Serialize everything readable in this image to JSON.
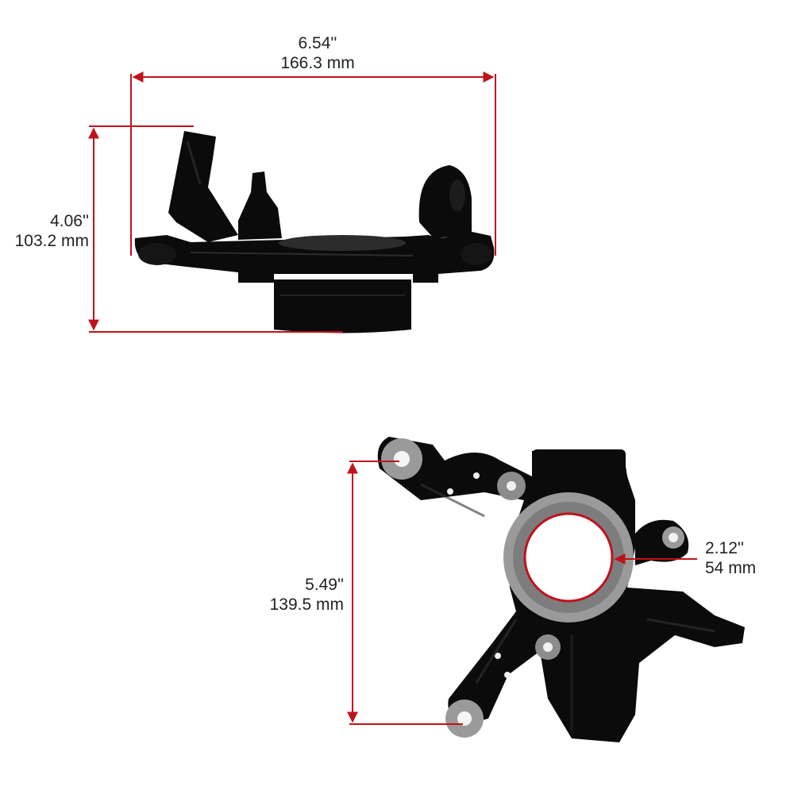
{
  "colors": {
    "dimension_line": "#c0121c",
    "part_body": "#0b0b0b",
    "part_highlight": "#3a3a3a",
    "machined_surface": "#9a9a9a",
    "background": "#ffffff"
  },
  "top_view": {
    "width": {
      "inches": "6.54''",
      "mm": "166.3 mm"
    },
    "height": {
      "inches": "4.06''",
      "mm": "103.2 mm"
    }
  },
  "bottom_view": {
    "height": {
      "inches": "5.49''",
      "mm": "139.5 mm"
    },
    "bore": {
      "inches": "2.12''",
      "mm": "54 mm"
    }
  }
}
